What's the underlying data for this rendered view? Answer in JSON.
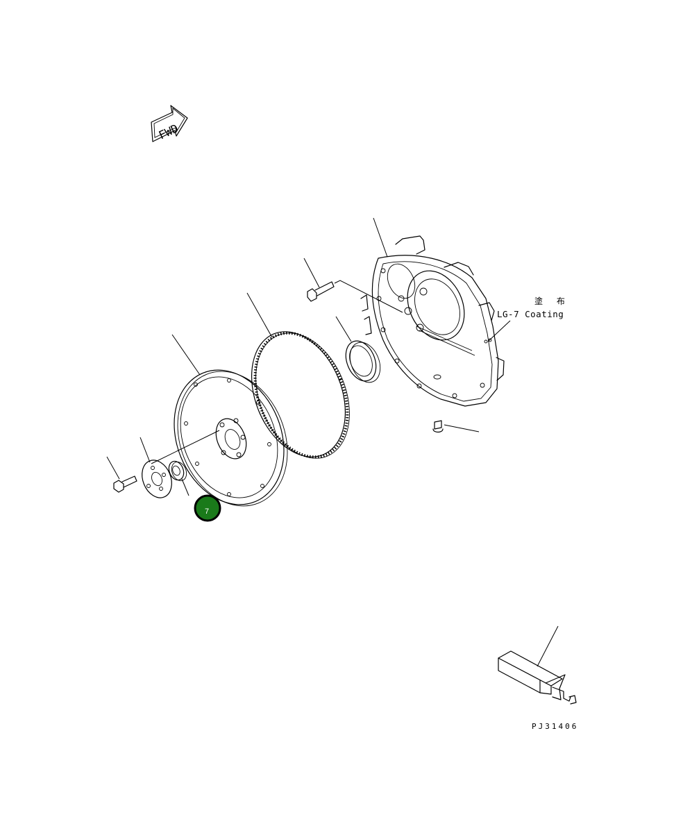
{
  "fwd_arrow": {
    "label": "FWD"
  },
  "coating_note": {
    "japanese": "塗 布",
    "english": "LG-7 Coating"
  },
  "callout": {
    "label": "7",
    "fill": "#1a7a1a",
    "stroke": "#000000"
  },
  "drawing_code": "PJ31406"
}
